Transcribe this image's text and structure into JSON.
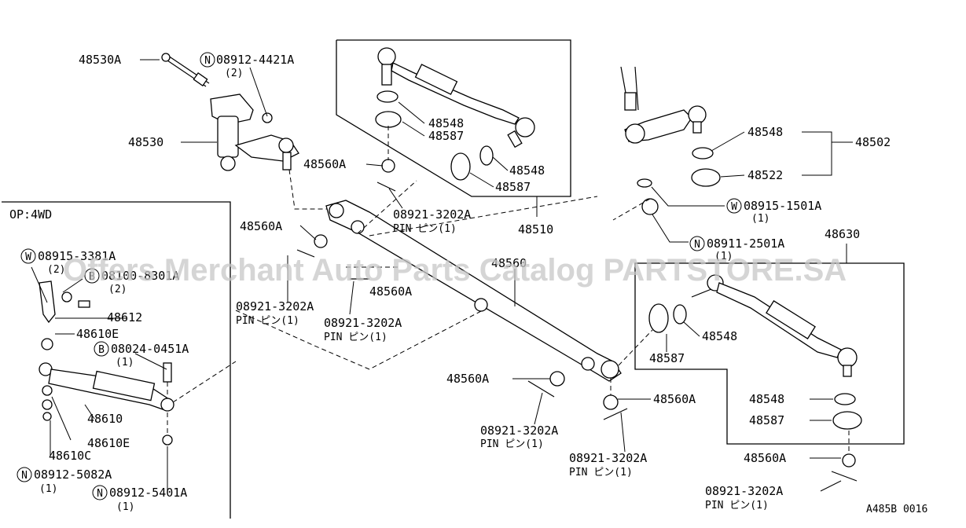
{
  "watermark": "Offers Merchant Auto Parts Catalog PARTSTORE.SA",
  "option_label": "OP:4WD",
  "drawing_code": "A485B 0016",
  "labels": {
    "p48530A": "48530A",
    "n08912_4421A": "08912-4421A",
    "q2a": "(2)",
    "p48530": "48530",
    "p48560A_1": "48560A",
    "p48548_1": "48548",
    "p48587_1": "48587",
    "p48548_2": "48548",
    "p48587_2": "48587",
    "p08921_a": "08921-3202A",
    "pin_a": "PIN ピン(1)",
    "p48510": "48510",
    "p48548_3": "48548",
    "p48502": "48502",
    "p48522": "48522",
    "w08915_1501A": "08915-1501A",
    "q1a": "(1)",
    "n08911_2501A": "08911-2501A",
    "q1b": "(1)",
    "p48630": "48630",
    "p48560A_2": "48560A",
    "p48560": "48560",
    "p48560A_3": "48560A",
    "p08921_b": "08921-3202A",
    "pin_b": "PIN ピン(1)",
    "p08921_c": "08921-3202A",
    "pin_c": "PIN ピン(1)",
    "p48548_4": "48548",
    "p48587_3": "48587",
    "p48560A_4": "48560A",
    "p48560A_5": "48560A",
    "p08921_d": "08921-3202A",
    "pin_d": "PIN ピン(1)",
    "p08921_e": "08921-3202A",
    "pin_e": "PIN ピン(1)",
    "p48548_5": "48548",
    "p48587_4": "48587",
    "p48560A_6": "48560A",
    "p08921_f": "08921-3202A",
    "pin_f": "PIN ピン(1)",
    "w08915_3381A": "08915-3381A",
    "q2b": "(2)",
    "b08100_8301A": "08100-8301A",
    "q2c": "(2)",
    "p48612": "48612",
    "p48610E_1": "48610E",
    "b08024_0451A": "08024-0451A",
    "q1c": "(1)",
    "p48610": "48610",
    "p48610E_2": "48610E",
    "p48610C": "48610C",
    "n08912_5082A": "08912-5082A",
    "q1d": "(1)",
    "n08912_5401A": "08912-5401A",
    "q1e": "(1)"
  },
  "markers": {
    "N": "N",
    "W": "W",
    "B": "B"
  }
}
